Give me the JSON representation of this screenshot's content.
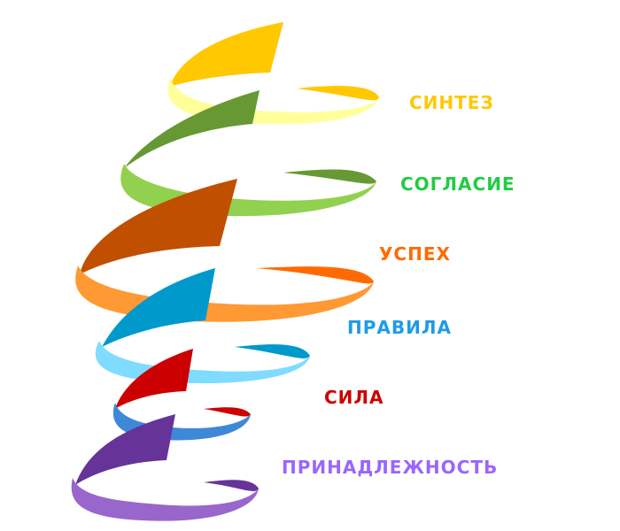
{
  "diagram": {
    "type": "spiral-ribbon",
    "levels": [
      {
        "label": "СИНТЕЗ",
        "color": "#FFC800",
        "front": "#FFFF99",
        "back": "#FFC800"
      },
      {
        "label": "СОГЛАСИЕ",
        "color": "#22CC44",
        "front": "#92D050",
        "back": "#669933"
      },
      {
        "label": "УСПЕХ",
        "color": "#FF6A00",
        "front": "#FF9933",
        "back": "#C05000"
      },
      {
        "label": "ПРАВИЛА",
        "color": "#1E9BE8",
        "front": "#7FDBFF",
        "back": "#0099CC"
      },
      {
        "label": "СИЛА",
        "color": "#CC0000",
        "front": "#3E88D8",
        "back": "#CC0000"
      },
      {
        "label": "ПРИНАДЛЕЖНОСТЬ",
        "color": "#9966FF",
        "front": "#9966CC",
        "back": "#663399"
      }
    ]
  }
}
